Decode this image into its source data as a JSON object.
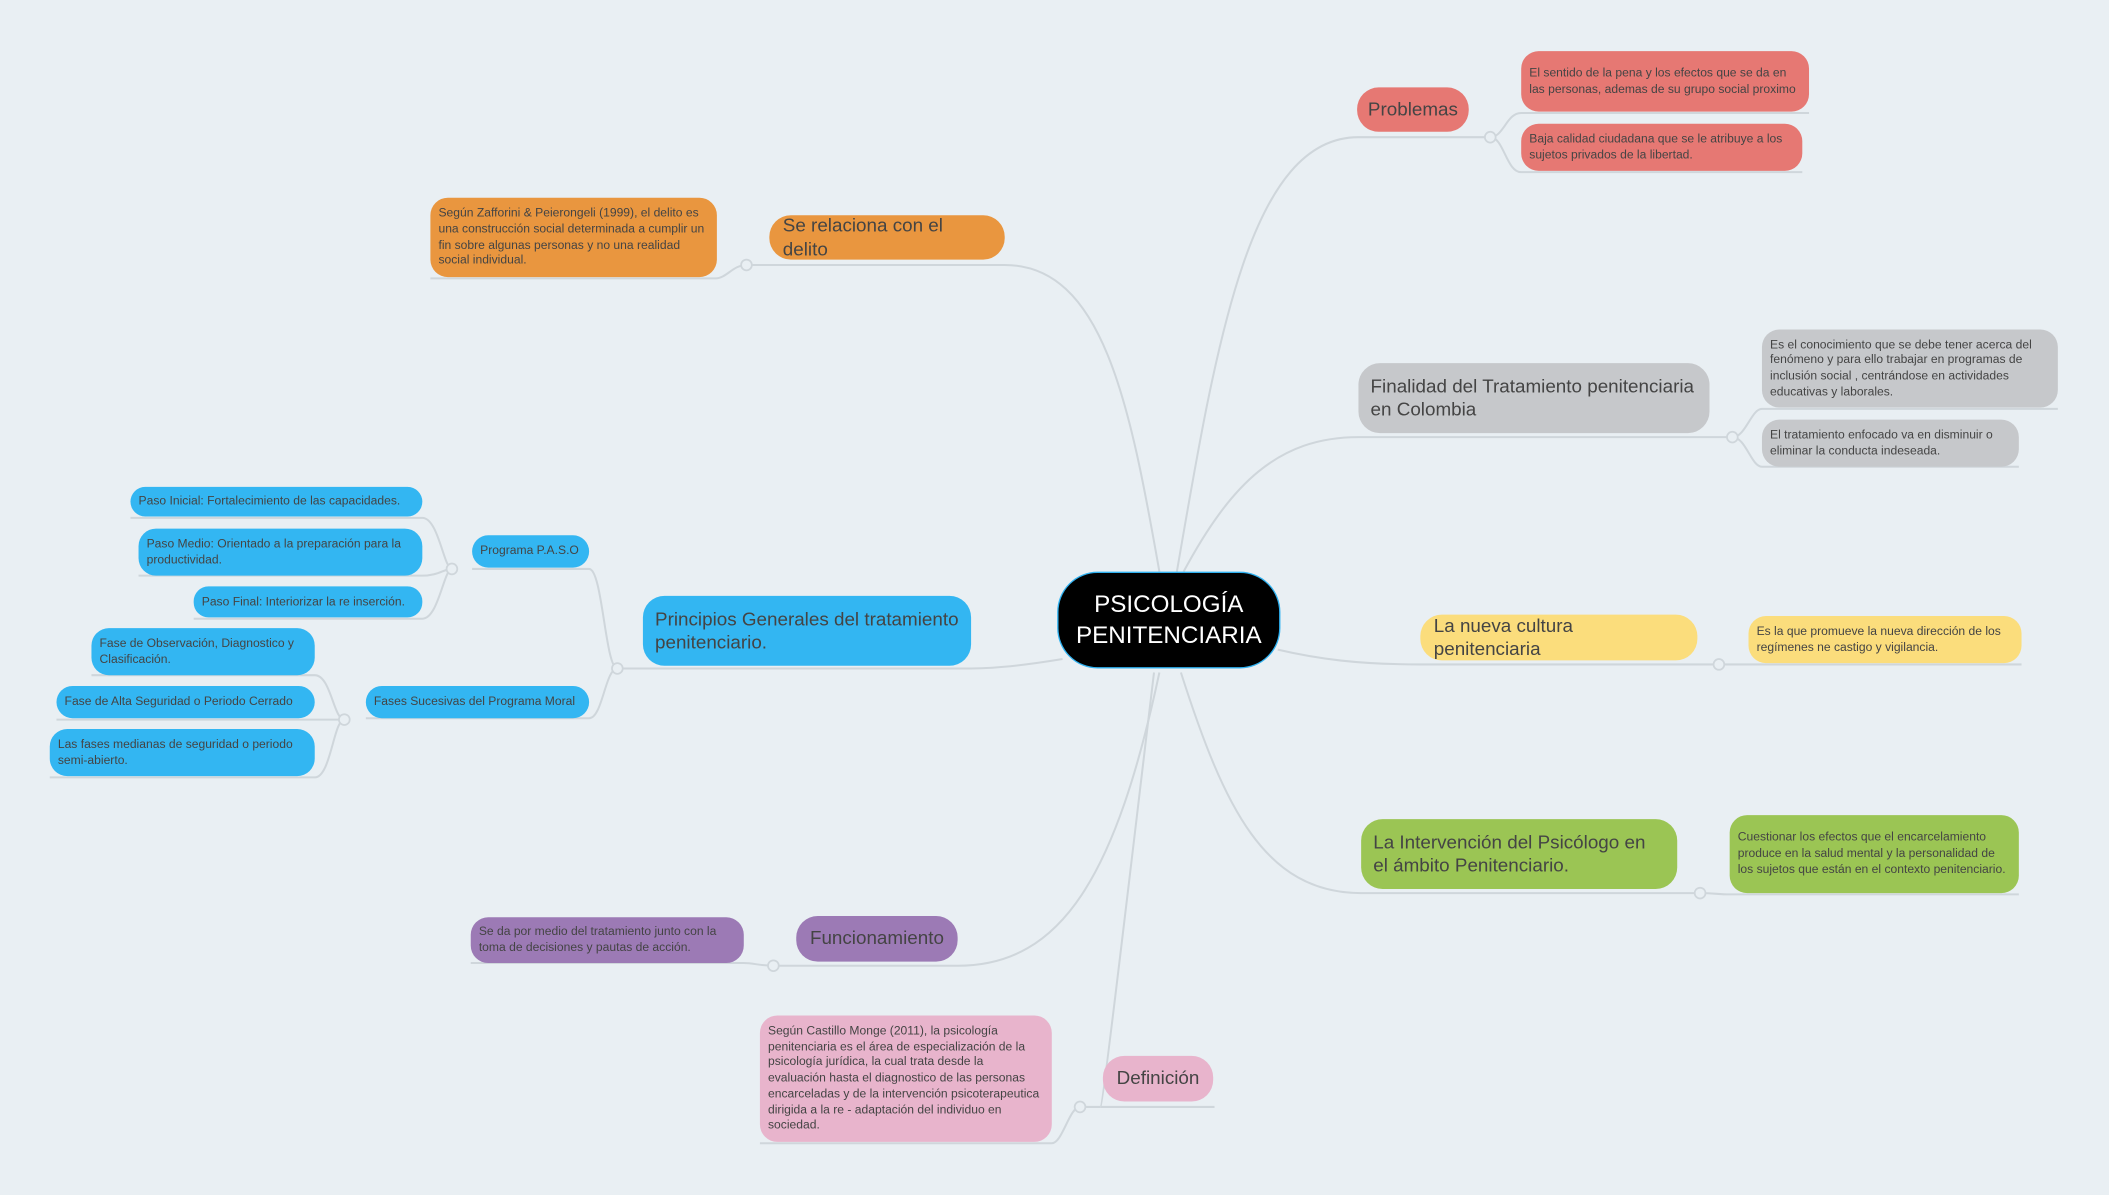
{
  "center": {
    "title": "PSICOLOGÍA PENITENCIARIA"
  },
  "branches": {
    "problemas": {
      "label": "Problemas",
      "details": [
        "El sentido de la pena y los efectos que se da en las personas, ademas de su grupo social proximo",
        "Baja calidad ciudadana que se le atribuye a los sujetos privados de la libertad."
      ]
    },
    "delito": {
      "label": "Se relaciona con el delito",
      "details": [
        "Según Zafforini & Peierongeli (1999), el delito es una construcción social determinada a cumplir un fin sobre algunas personas y no una realidad social individual."
      ]
    },
    "finalidad": {
      "label": "Finalidad del Tratamiento penitenciaria en Colombia",
      "details": [
        "Es el conocimiento que se debe tener acerca del fenómeno y para ello trabajar en programas de inclusión social , centrándose en actividades educativas y laborales.",
        "El tratamiento enfocado va en disminuir o eliminar la conducta indeseada."
      ]
    },
    "principios": {
      "label": "Principios Generales del tratamiento penitenciario.",
      "programa": {
        "label": "Programa P.A.S.O",
        "items": [
          "Paso Inicial: Fortalecimiento de las capacidades.",
          "Paso Medio: Orientado a la preparación para la productividad.",
          "Paso Final: Interiorizar la re inserción."
        ]
      },
      "fases": {
        "label": "Fases Sucesivas del Programa Moral",
        "items": [
          "Fase de Observación, Diagnostico y Clasificación.",
          "Fase de Alta Seguridad o Periodo Cerrado",
          "Las fases medianas de seguridad o periodo semi-abierto."
        ]
      }
    },
    "cultura": {
      "label": "La nueva cultura penitenciaria",
      "details": [
        "Es la que promueve la nueva dirección de los regímenes ne castigo y vigilancia."
      ]
    },
    "intervencion": {
      "label": "La Intervención del Psicólogo en el ámbito Penitenciario.",
      "details": [
        "Cuestionar los efectos que el encarcelamiento produce en la salud mental y la personalidad de los sujetos que están en el contexto penitenciario."
      ]
    },
    "funcionamiento": {
      "label": "Funcionamiento",
      "details": [
        "Se da por medio del tratamiento junto con la toma de decisiones y pautas de acción."
      ]
    },
    "definicion": {
      "label": "Definición",
      "details": [
        "Según Castillo Monge (2011), la psicología penitenciaria es el área de especialización de la psicología jurídica, la cual trata desde la evaluación hasta el diagnostico de las personas encarceladas y de la intervención psicoterapeutica dirigida a la re - adaptación del individuo en sociedad."
      ]
    }
  },
  "colors": {
    "background": "#e9eff3",
    "center": "#000000",
    "center_border": "#2fb1f0",
    "problemas": "#e67873",
    "delito": "#e9963f",
    "finalidad": "#c6c8cb",
    "cultura": "#fbdd7c",
    "intervencion": "#9bc554",
    "principios": "#33b6f2",
    "funcionamiento": "#9c7ab5",
    "definicion": "#e8b4cc",
    "connector": "#cfd6db"
  }
}
